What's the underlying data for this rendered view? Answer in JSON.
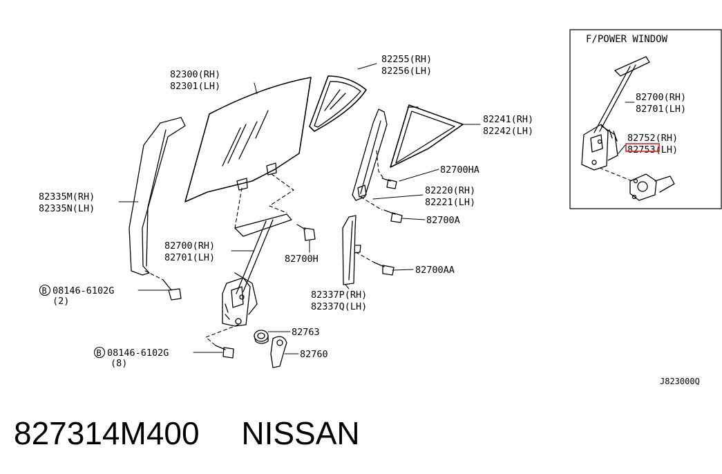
{
  "inset": {
    "title": "F/POWER WINDOW",
    "labels": [
      "82700(RH)",
      "82701(LH)",
      "82752(RH)",
      "82753(LH)"
    ]
  },
  "callouts": {
    "glass": [
      "82300(RH)",
      "82301(LH)"
    ],
    "quarter_glass": [
      "82255(RH)",
      "82256(LH)"
    ],
    "sash": [
      "82335M(RH)",
      "82335N(LH)"
    ],
    "weatherstrip": [
      "82241(RH)",
      "82242(LH)"
    ],
    "bolt_ha": "82700HA",
    "guide": [
      "82220(RH)",
      "82221(LH)"
    ],
    "bolt_a": "82700A",
    "regulator": [
      "82700(RH)",
      "82701(LH)"
    ],
    "bolt_h": "82700H",
    "bolt_aa": "82700AA",
    "rear_sash": [
      "82337P(RH)",
      "82337Q(LH)"
    ],
    "bolt_b1": {
      "circle": "B",
      "part": "08146-6102G",
      "qty": "(2)"
    },
    "bolt_b2": {
      "circle": "B",
      "part": "08146-6102G",
      "qty": "(8)"
    },
    "bushing": "82763",
    "handle": "82760"
  },
  "diagram_code": "J823000Q",
  "footer": {
    "part_number": "827314M400",
    "brand": "NISSAN"
  },
  "highlight_color": "#e0201b"
}
